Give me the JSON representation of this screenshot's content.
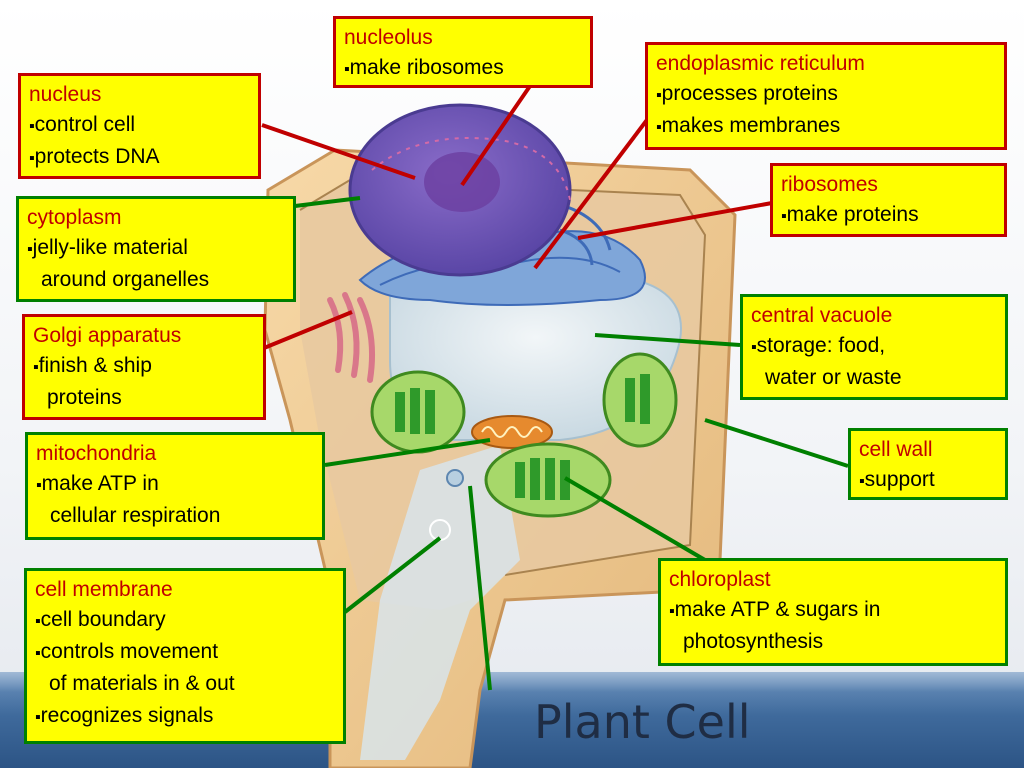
{
  "title": "Plant Cell",
  "colors": {
    "box_fill": "#ffff00",
    "red_border": "#c00000",
    "green_border": "#008000",
    "title_text": "#c00000"
  },
  "labels": {
    "nucleolus": {
      "title": "nucleolus",
      "lines": [
        "make ribosomes"
      ]
    },
    "nucleus": {
      "title": "nucleus",
      "lines": [
        "control cell",
        "protects DNA"
      ]
    },
    "er": {
      "title": "endoplasmic reticulum",
      "lines": [
        "processes proteins",
        "makes membranes"
      ]
    },
    "ribosomes": {
      "title": "ribosomes",
      "lines": [
        "make proteins"
      ]
    },
    "cytoplasm": {
      "title": "cytoplasm",
      "lines": [
        "jelly-like material",
        "around organelles"
      ]
    },
    "golgi": {
      "title": "Golgi apparatus",
      "lines": [
        "finish & ship",
        "proteins"
      ]
    },
    "vacuole": {
      "title": "central vacuole",
      "lines": [
        "storage: food,",
        "water or waste"
      ]
    },
    "cellwall": {
      "title": "cell wall",
      "lines": [
        "support"
      ]
    },
    "mitochondria": {
      "title": "mitochondria",
      "lines": [
        "make ATP in",
        "cellular respiration"
      ]
    },
    "chloroplast": {
      "title": "chloroplast",
      "lines": [
        "make ATP & sugars in",
        "photosynthesis"
      ]
    },
    "membrane": {
      "title": "cell membrane",
      "lines": [
        "cell boundary",
        "controls movement",
        "of materials in & out",
        "recognizes signals"
      ]
    }
  }
}
